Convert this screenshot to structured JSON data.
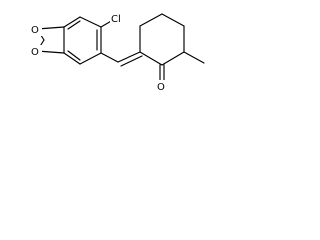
{
  "molecule": {
    "atoms": {
      "cl": "Cl",
      "o_ketone": "O",
      "o_top": "O",
      "o_bottom": "O"
    },
    "colors": {
      "bond": "#000000",
      "label": "#000000",
      "background": "#ffffff"
    }
  }
}
